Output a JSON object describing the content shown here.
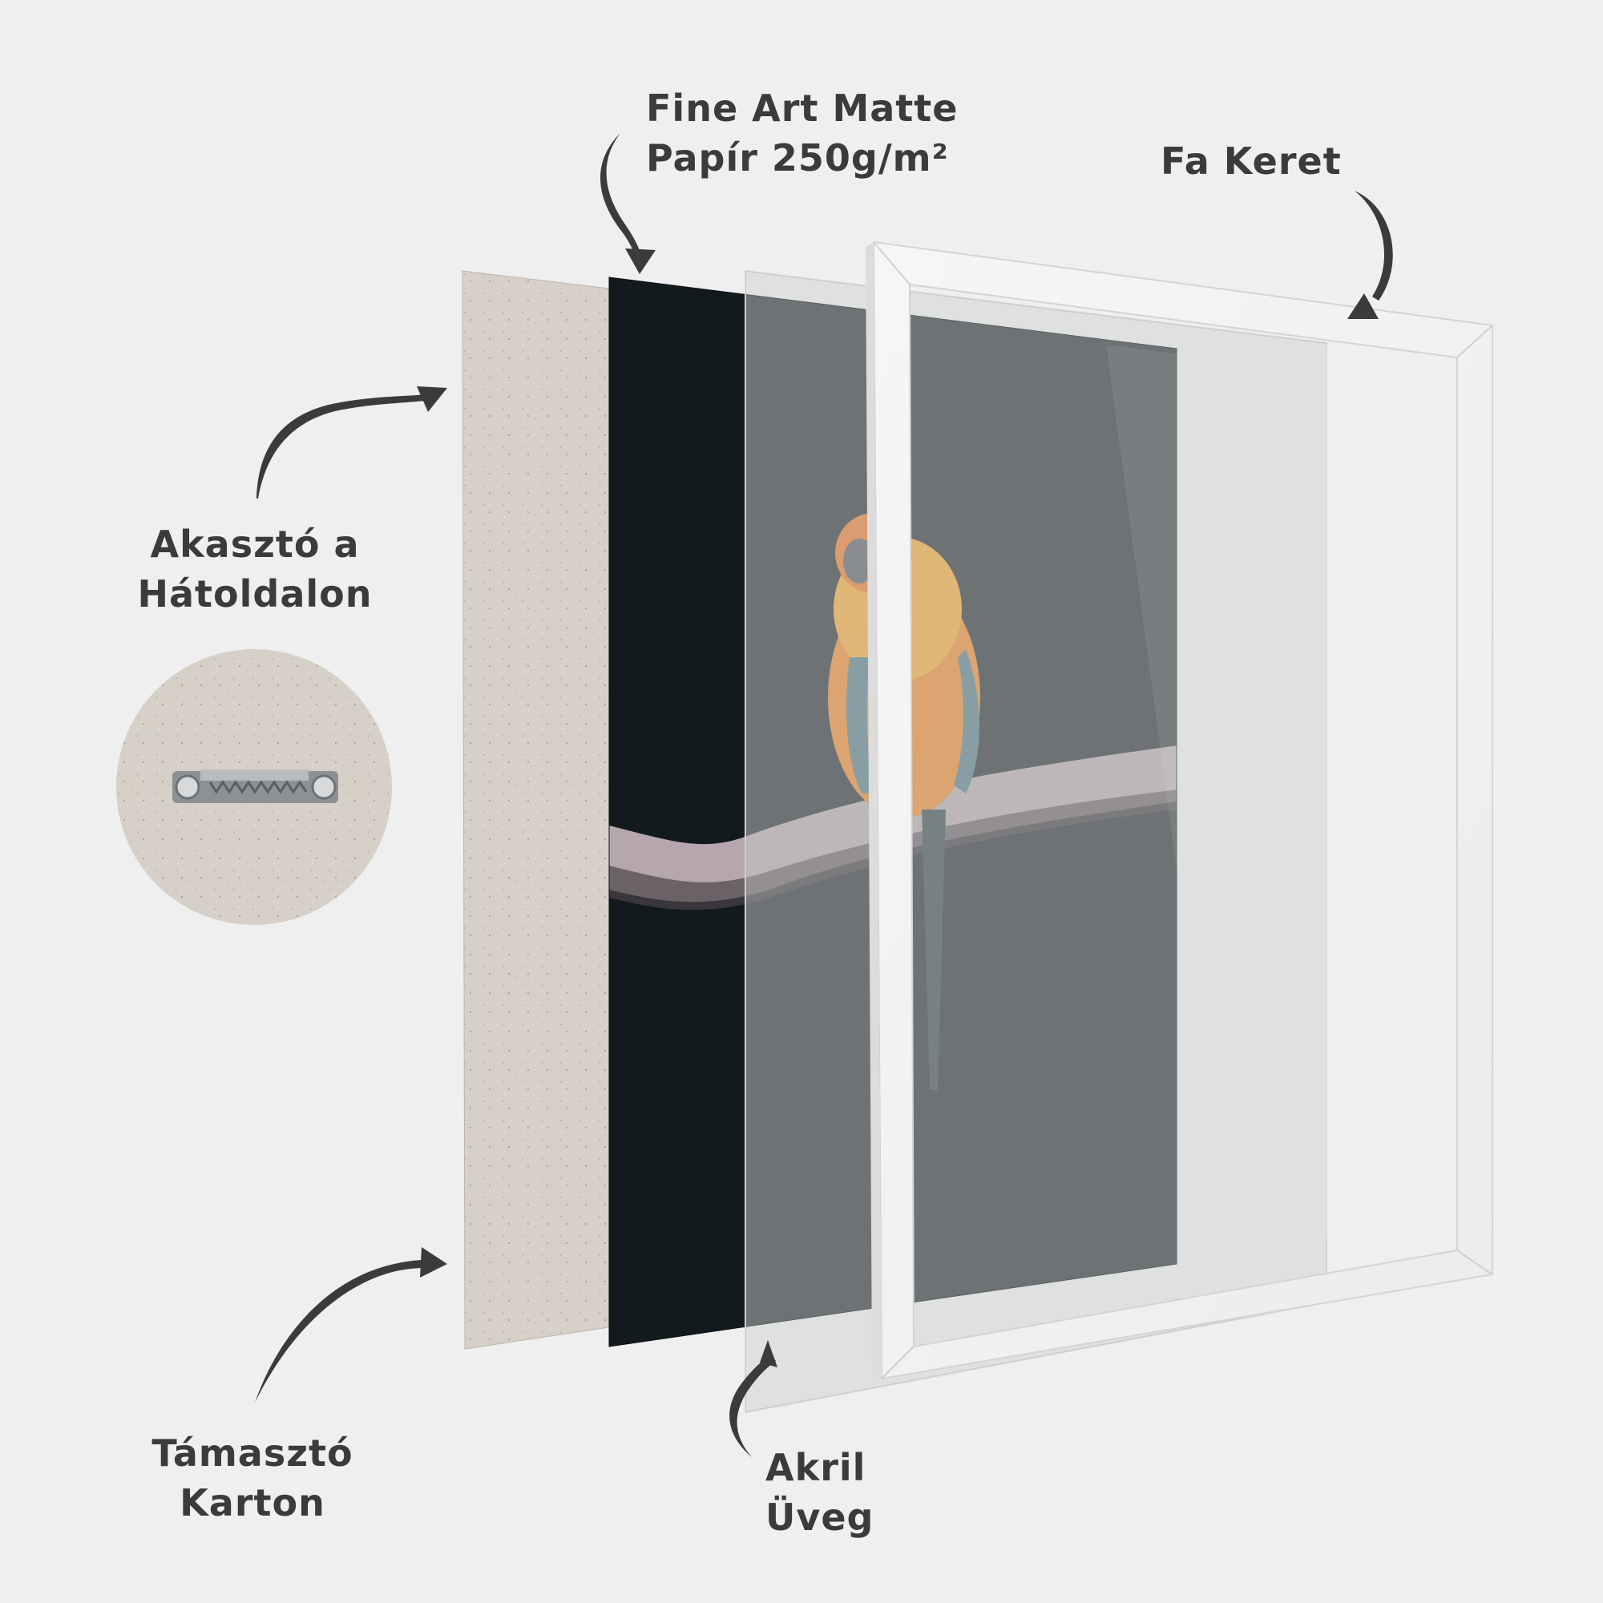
{
  "diagram": {
    "title": "Framed print layer breakdown",
    "background_color": "#efefef",
    "text_color": "#3b3b3d",
    "arrow_color": "#3b3b3d",
    "labels": {
      "paper": {
        "line1": "Fine Art Matte",
        "line2": "Papír 250g/m²"
      },
      "frame": {
        "line1": "Fa Keret"
      },
      "hanger": {
        "line1": "Akasztó a",
        "line2": "Hátoldalon"
      },
      "backing": {
        "line1": "Támasztó",
        "line2": "Karton"
      },
      "acrylic": {
        "line1": "Akril",
        "line2": "Üveg"
      }
    },
    "layers": [
      {
        "name": "Támasztó Karton",
        "role": "backing-board",
        "color": "#d6d0c6"
      },
      {
        "name": "Fine Art Matte Papír 250g/m²",
        "role": "print-paper",
        "color": "#121a1e"
      },
      {
        "name": "Akril Üveg",
        "role": "acrylic-glass",
        "color": "#6b6f72"
      },
      {
        "name": "Fa Keret",
        "role": "wooden-frame",
        "color": "#f2f2f2"
      }
    ],
    "detail_inset": {
      "subject": "sawtooth-hanger",
      "backing_color": "#d6d0c6",
      "metal_color": "#8e9194"
    },
    "print_subject": {
      "subject": "sun-conure-parrot-on-branch",
      "bird_colors": [
        "#f2a93b",
        "#e8792f",
        "#5b7c86"
      ],
      "branch_color": "#b9aab0"
    }
  }
}
